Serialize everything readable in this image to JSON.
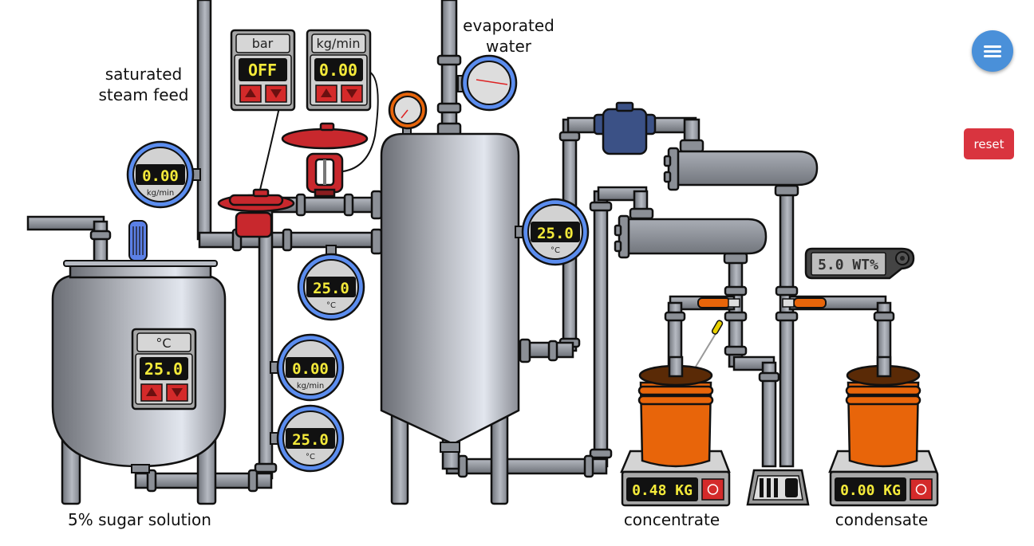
{
  "labels": {
    "steam_feed_line1": "saturated",
    "steam_feed_line2": "steam feed",
    "evaporated_line1": "evaporated",
    "evaporated_line2": "water",
    "feed_tank": "5% sugar solution",
    "concentrate": "concentrate",
    "condensate": "condensate"
  },
  "controllers": {
    "pressure": {
      "unit": "bar",
      "value": "OFF"
    },
    "steam_flow": {
      "unit": "kg/min",
      "value": "0.00"
    },
    "feed_tank_temp": {
      "unit": "°C",
      "value": "25.0"
    }
  },
  "gauges": {
    "steam_flow": {
      "value": "0.00",
      "unit": "kg/min"
    },
    "steam_temp": {
      "value": "25.0",
      "unit": "°C"
    },
    "feed_flow": {
      "value": "0.00",
      "unit": "kg/min"
    },
    "feed_temp": {
      "value": "25.0",
      "unit": "°C"
    },
    "evaporator_temp": {
      "value": "25.0",
      "unit": "°C"
    }
  },
  "refractometer": {
    "value": "5.0 WT%"
  },
  "scales": {
    "concentrate": {
      "value": "0.48 KG"
    },
    "condensate": {
      "value": "0.00 KG"
    }
  },
  "buttons": {
    "reset": "reset",
    "menu": "menu"
  },
  "colors": {
    "gauge_ring": "#5b8def",
    "valve_red": "#c8282d",
    "bucket_orange": "#e8650a",
    "menu_blue": "#4a90d9",
    "reset_red": "#d9343f",
    "lcd_yellow": "#f4ea3a"
  }
}
